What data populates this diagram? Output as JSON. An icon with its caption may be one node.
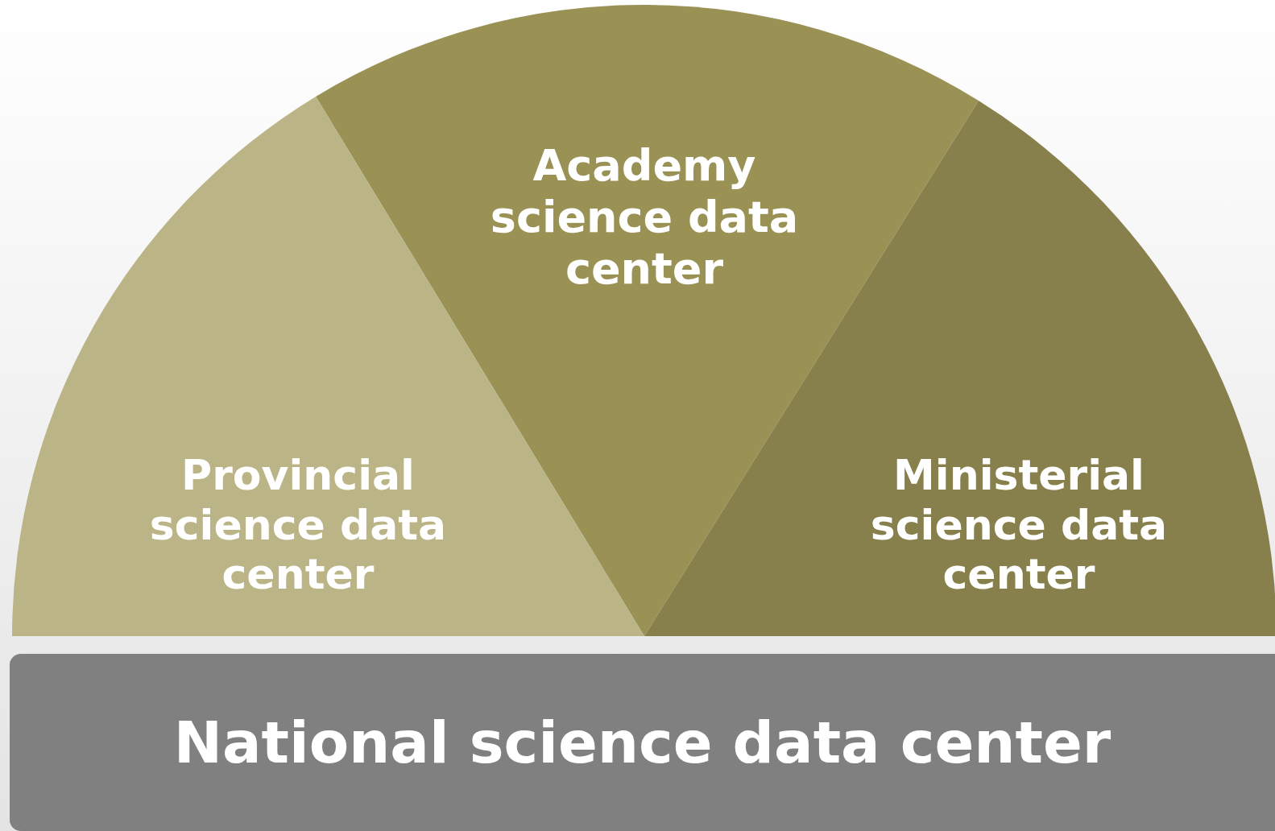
{
  "diagram": {
    "nodes": [
      {
        "text": [
          "Academy science data center"
        ]
      },
      {
        "text": [
          "Provincial science data center"
        ]
      },
      {
        "text": [
          "Ministerial science data center"
        ]
      },
      {
        "text": [
          "National science data center"
        ]
      }
    ]
  }
}
